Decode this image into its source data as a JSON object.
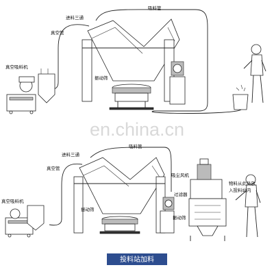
{
  "top": {
    "labels": {
      "feed_tee": "进料三通",
      "suction_pipe": "吸料管",
      "vacuum_pipe": "真空管",
      "vacuum_loader": "真空吸料机",
      "vibrating_screen": "振动筛"
    }
  },
  "watermark": "en.china.cn",
  "bottom": {
    "labels": {
      "feed_tee": "进料三通",
      "suction_pipe": "吸料管",
      "vacuum_pipe": "真空管",
      "vacuum_loader": "真空吸料机",
      "vibrating_screen": "振动筛",
      "dust_fan": "吸尘风机",
      "filter": "过滤器",
      "station_note_1": "物料从此处放",
      "station_note_2": "入投料站内",
      "vibrating_screen_2": "振动筛"
    }
  },
  "caption": "投料站加料",
  "colors": {
    "caption_bg": "#2d4d8f",
    "line": "#222222"
  }
}
